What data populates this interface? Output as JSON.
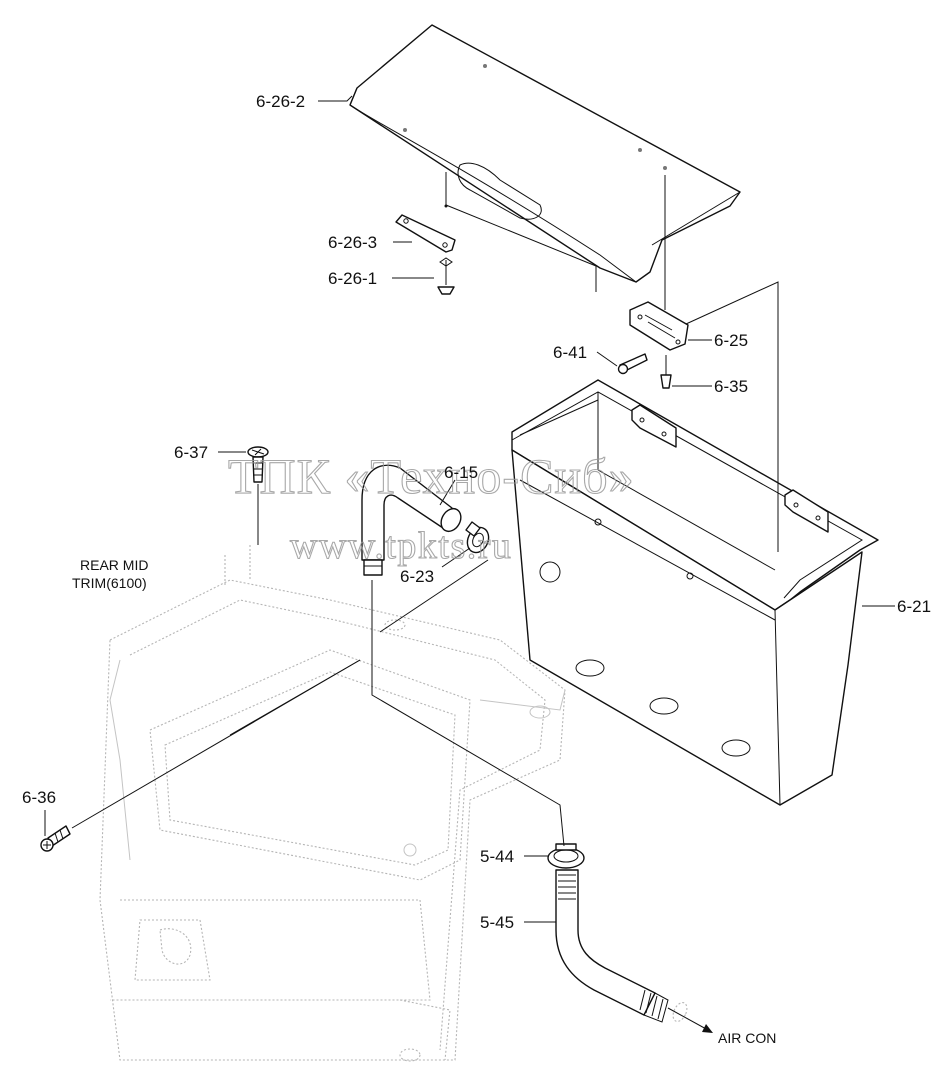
{
  "watermark": {
    "line1": "ТПК «Техно-Сиб»",
    "line2": "www.tpkts.ru"
  },
  "labels": {
    "lid": "6-26-2",
    "latch_plate": "6-26-3",
    "latch_screw": "6-26-1",
    "bracket": "6-25",
    "bracket_screw": "6-41",
    "screw_635": "6-35",
    "screw_637": "6-37",
    "hose": "6-15",
    "clamp": "6-23",
    "tank": "6-21",
    "screw_636": "6-36",
    "hose_clamp": "5-44",
    "drain_pipe": "5-45"
  },
  "reference": {
    "line1": "REAR MID",
    "line2": "TRIM(6100)"
  },
  "destination": "AIR CON"
}
